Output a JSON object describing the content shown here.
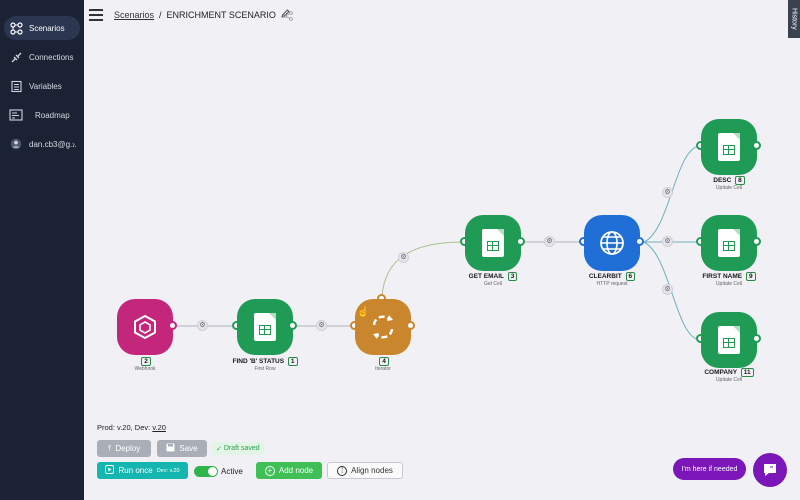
{
  "sidebar": {
    "items": [
      {
        "label": "Scenarios",
        "icon": "scenarios-icon",
        "active": true
      },
      {
        "label": "Connections",
        "icon": "plug-icon"
      },
      {
        "label": "Variables",
        "icon": "list-icon"
      },
      {
        "label": "Roadmap",
        "icon": "roadmap-icon"
      },
      {
        "label": "dan.cb3@g...",
        "icon": "user-icon"
      }
    ]
  },
  "header": {
    "breadcrumb_link": "Scenarios",
    "separator": "/",
    "title": "ENRICHMENT SCENARIO"
  },
  "history_tab": "History",
  "nodes": {
    "webhook": {
      "number": "2",
      "subtitle": "Webhook",
      "color": "#c3267a"
    },
    "find_status": {
      "title": "FIND 'B' STATUS",
      "number": "1",
      "subtitle": "First Row",
      "color": "#1f9b55"
    },
    "iterator": {
      "number": "4",
      "subtitle": "Iterator",
      "color": "#c9862c"
    },
    "get_email": {
      "title": "GET EMAIL",
      "number": "3",
      "subtitle": "Get Cell",
      "color": "#1f9b55"
    },
    "clearbit": {
      "title": "CLEARBIT",
      "number": "6",
      "subtitle": "HTTP request",
      "color": "#1f6fd6"
    },
    "desc": {
      "title": "DESC",
      "number": "8",
      "subtitle": "Update Cell",
      "color": "#1f9b55"
    },
    "first_name": {
      "title": "FIRST NAME",
      "number": "9",
      "subtitle": "Update Cell",
      "color": "#1f9b55"
    },
    "company": {
      "title": "COMPANY",
      "number": "11",
      "subtitle": "Update Cell",
      "color": "#1f9b55"
    }
  },
  "versions": {
    "prod_label": "Prod: v.20, Dev: ",
    "dev_link": "v.20"
  },
  "buttons": {
    "deploy": "Deploy",
    "save": "Save",
    "draft_saved": "Draft saved",
    "run_once": "Run once",
    "run_once_dev": "Dev: v.20",
    "active": "Active",
    "add_node": "Add node",
    "align_nodes": "Align nodes"
  },
  "help": {
    "label": "I'm here if needed"
  },
  "colors": {
    "sidebar_bg": "#1b2233",
    "canvas_bg": "#f1f1f5",
    "accent_teal": "#15b5b0",
    "accent_green": "#3fbf56",
    "help_purple": "#7b16b8"
  }
}
